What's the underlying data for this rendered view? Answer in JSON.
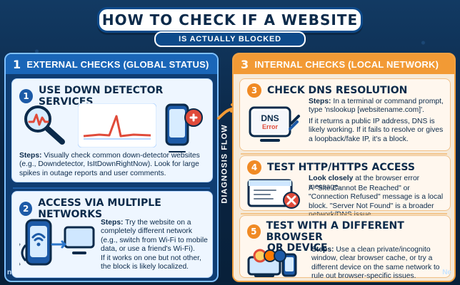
{
  "title": {
    "main": "HOW TO CHECK IF A WEBSITE",
    "sub": "IS ACTUALLY BLOCKED"
  },
  "left": {
    "header_num": "1",
    "header_label": "EXTERNAL CHECKS (GLOBAL STATUS)",
    "card1": {
      "num": "1",
      "title": "USE DOWN DETECTOR SERVICES",
      "steps_prefix": "Steps:",
      "steps_text": "Visually check common down-detector websites (e.g., Downdetector, IsItDownRightNow). Look for large spikes in outage reports and user comments."
    },
    "card2": {
      "num": "2",
      "title": "ACCESS VIA MULTIPLE NETWORKS",
      "steps_prefix": "Steps:",
      "steps_text": "Try the website on a completely different network (e.g., switch from Wi-Fi to mobile data, or use a friend's Wi-Fi).",
      "note": "If it works on one but not other, the block is likely localized."
    }
  },
  "flow_label": "DIAGNOSIS FLOW",
  "right": {
    "header_num": "3",
    "header_label": "INTERNAL CHECKS (LOCAL NETWORK)",
    "card3": {
      "num": "3",
      "title": "CHECK DNS RESOLUTION",
      "dns_screen": "DNS",
      "dns_error": "Error",
      "steps_prefix": "Steps:",
      "steps_text": "In a terminal or command prompt, type 'nslookup [websitename.com]'.",
      "note": "If it returns a public IP address, DNS is likely working. If it fails to resolve or gives a loopback/fake IP, it's a block."
    },
    "card4": {
      "num": "4",
      "title": "TEST HTTP/HTTPS ACCESS",
      "lead_bold": "Look closely",
      "lead_rest": "at the browser error message.",
      "text": "A \"Site Cannot Be Reached\" or \"Connection Refused\" message is a local block. \"Server Not Found\" is a broader network/DNS issue."
    },
    "card5": {
      "num": "5",
      "title_line1": "TEST WITH A DIFFERENT BROWSER",
      "title_line2": "OR DEVICE",
      "steps_prefix": "Steps:",
      "steps_text": "Use a clean private/incognito window, clear browser cache, or try a different device on the same network to rule out browser-specific issues."
    }
  },
  "corners": {
    "left": "n",
    "right": "Ne"
  },
  "colors": {
    "left_panel": "#0f3d72",
    "left_band": "#1a66b8",
    "right_panel": "#f6ead9",
    "right_band": "#f29a35",
    "accent_red": "#e04b3a"
  }
}
